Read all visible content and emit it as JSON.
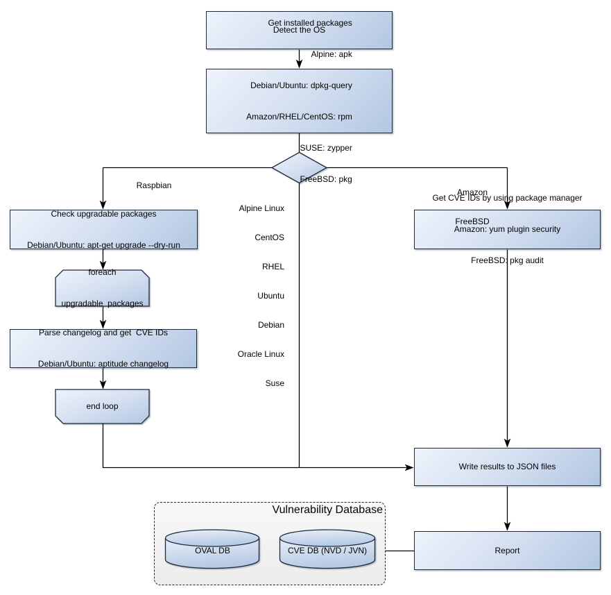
{
  "colors": {
    "canvas": "#ffffff",
    "node_fill_start": "#eef3fb",
    "node_fill_end": "#b3c7e2",
    "node_border": "#1c2b3a",
    "edge_line": "#000000",
    "group_fill": "#efefef"
  },
  "nodes": {
    "detect_os": {
      "label": "Detect the OS"
    },
    "get_packages": {
      "lines": [
        "Get installed packages",
        "Alpine: apk",
        "Debian/Ubuntu: dpkg-query",
        "Amazon/RHEL/CentOS: rpm",
        "SUSE: zypper",
        "FreeBSD: pkg"
      ]
    },
    "check_upgradable": {
      "lines": [
        "Check upgradable packages",
        "Debian/Ubuntu: apt-get upgrade --dry-run"
      ]
    },
    "foreach_loop": {
      "lines": [
        "foreach",
        "upgradable  packages"
      ]
    },
    "parse_changelog": {
      "lines": [
        "Parse changelog and get  CVE IDs",
        "Debian/Ubuntu: aptitude changelog"
      ]
    },
    "end_loop": {
      "label": "end loop"
    },
    "get_cve_ids": {
      "lines": [
        "Get CVE IDs by using package manager",
        "Amazon: yum plugin security",
        "FreeBSD: pkg audit"
      ]
    },
    "write_results": {
      "label": "Write results to JSON files"
    },
    "report": {
      "label": "Report"
    }
  },
  "edge_labels": {
    "raspbian": "Raspbian",
    "amazon_freebsd": [
      "Amazon",
      "FreeBSD"
    ],
    "os_list": [
      "Alpine Linux",
      "CentOS",
      "RHEL",
      "Ubuntu",
      "Debian",
      "Oracle Linux",
      "Suse"
    ]
  },
  "group": {
    "title": "Vulnerability Database",
    "databases": [
      "OVAL DB",
      "CVE DB (NVD / JVN)"
    ]
  }
}
